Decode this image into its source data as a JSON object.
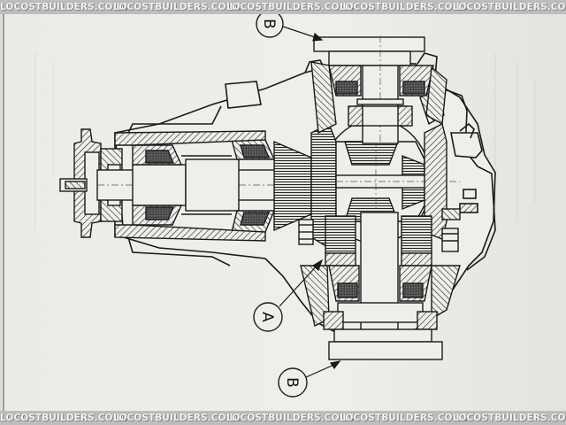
{
  "watermark": {
    "text": "LOCOSTBUILDERS.CO.UK",
    "repeat": 5
  },
  "callouts": {
    "a": "A",
    "b_top": "B",
    "b_bottom": "B"
  },
  "colors": {
    "ink": "#1a1a1a",
    "paper": "#efeeea",
    "hatch": "#3a3a3a",
    "watermark_bg": "#bdbdbd"
  }
}
